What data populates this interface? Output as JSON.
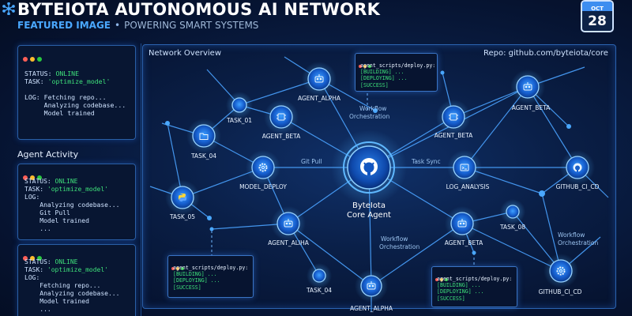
{
  "header": {
    "title": "BYTEIOTA AUTONOMOUS AI NETWORK",
    "featured": "FEATURED IMAGE",
    "separator": "•",
    "tagline": "POWERING SMART SYSTEMS",
    "calendar": {
      "month": "OCT",
      "day": "28"
    }
  },
  "status_panel": {
    "status_key": "STATUS:",
    "status_val": "ONLINE",
    "task_key": "TASK:",
    "task_val": "'optimize_model'",
    "log_key": "LOG:",
    "log_lines": [
      "Fetching repo...",
      "Analyzing codebase...",
      "Model trained"
    ]
  },
  "agent_activity": {
    "heading": "Agent Activity",
    "panel1": {
      "status_key": "STATUS:",
      "status_val": "ONLINE",
      "task_key": "TASK:",
      "task_val": "'optimize_model'",
      "log_key": "LOG:",
      "log_lines": [
        "Analyzing codebase...",
        "Git Pull",
        "Model trained",
        "..."
      ]
    },
    "panel2": {
      "status_key": "STATUS:",
      "status_val": "ONLINE",
      "task_key": "TASK:",
      "task_val": "'optimize_model'",
      "log_key": "LOG:",
      "log_lines": [
        "Fetching repo...",
        "Analyzing codebase...",
        "Model trained",
        "..."
      ]
    }
  },
  "network": {
    "title": "Network Overview",
    "repo": "Repo: github.com/byteiota/core",
    "core": {
      "line1": "ByteIota",
      "line2": "Core Agent",
      "icon": "github-icon"
    },
    "nodes": [
      {
        "id": "agent_alpha_top",
        "label": "AGENT_ALPHA",
        "icon": "robot-icon"
      },
      {
        "id": "task_01",
        "label": "TASK_01",
        "icon": ""
      },
      {
        "id": "agent_beta_left",
        "label": "AGENT_BETA",
        "icon": "chip-icon"
      },
      {
        "id": "task_04_left",
        "label": "TASK_04",
        "icon": "folder-icon"
      },
      {
        "id": "model_deploy",
        "label": "MODEL_DEPLOY",
        "icon": "gear-icon"
      },
      {
        "id": "task_05",
        "label": "TASK_05",
        "icon": "python-icon"
      },
      {
        "id": "agent_aliha",
        "label": "AGENT_ALIHA",
        "icon": "robot-icon"
      },
      {
        "id": "task_04_bottom",
        "label": "TASK_04",
        "icon": ""
      },
      {
        "id": "agent_alpha_bottom",
        "label": "AGENT_ALPHA",
        "icon": "robot-icon"
      },
      {
        "id": "agent_beta_top_right",
        "label": "AGENT_BETA",
        "icon": "robot-icon"
      },
      {
        "id": "agent_beta_mid_right",
        "label": "AGENT_BETA",
        "icon": "chip-icon"
      },
      {
        "id": "log_analysis",
        "label": "LOG_ANALYSIS",
        "icon": "terminal-icon"
      },
      {
        "id": "github_ci_cd_top",
        "label": "GITHUB_CI_CD",
        "icon": "github-icon"
      },
      {
        "id": "agent_beta_bottom",
        "label": "AGENT_BETA",
        "icon": "robot-icon"
      },
      {
        "id": "task_08",
        "label": "TASK_08",
        "icon": ""
      },
      {
        "id": "github_ci_cd_bottom",
        "label": "GITHUB_CI_CD",
        "icon": "gear-icon"
      }
    ],
    "edge_labels": {
      "workflow_top_1": "Workflow",
      "workflow_top_2": "Orchestration",
      "git_pull": "Git Pull",
      "task_sync": "Task Sync",
      "workflow_mid_1": "Workflow",
      "workflow_mid_2": "Orchestration",
      "workflow_right_1": "Workflow",
      "workflow_right_2": "Orchestration"
    },
    "deploy_boxes": [
      {
        "file": "agent_scripts/deploy.py:",
        "l1": "[BUILDING] ...",
        "l2": "[DEPLOYING] ...",
        "l3": "[SUCCESS]"
      },
      {
        "file": "agent_scripts/deploy.py:",
        "l1": "[BUILDING] ...",
        "l2": "[DEPLOYING] ...",
        "l3": "[SUCCESS]"
      },
      {
        "file": "agent_scripts/deploy.py:",
        "l1": "[BUILDING] ...",
        "l2": "[DEPLOYING] ...",
        "l3": "[SUCCESS]"
      }
    ]
  },
  "colors": {
    "accent": "#4aa8ff",
    "online": "#3ee07a",
    "background": "#06142e"
  }
}
